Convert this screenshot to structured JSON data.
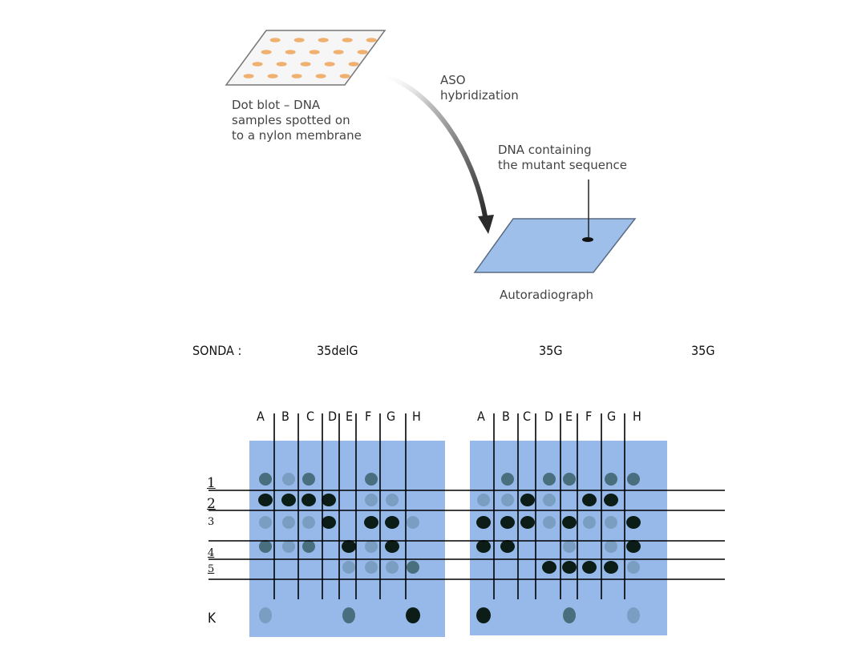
{
  "diagram": {
    "dot_blot_label": "Dot blot – DNA\nsamples spotted on\nto a nylon membrane",
    "aso_label": "ASO\nhybridization",
    "mutant_label": "DNA containing\nthe mutant sequence",
    "autoradiograph_label": "Autoradiograph"
  },
  "probes": {
    "sonda_label": "SONDA :",
    "probe_1": "35delG",
    "probe_2": "35G",
    "probe_3": "35G"
  },
  "blot_left": {
    "columns": [
      "A",
      "B",
      "C",
      "D",
      "E",
      "F",
      "G",
      "H"
    ]
  },
  "blot_right": {
    "columns": [
      "A",
      "B",
      "C",
      "D",
      "E",
      "F",
      "G",
      "H"
    ]
  },
  "rows": [
    "1",
    "2",
    "3",
    "4",
    "5"
  ],
  "control_row": "K",
  "colors": {
    "membrane_top": "#f8f8f8",
    "spot_orange": "#f0b070",
    "film_blue": "#9dbfea",
    "film_blot": "#97b9ea",
    "spot_dark": "#0b1d16"
  }
}
